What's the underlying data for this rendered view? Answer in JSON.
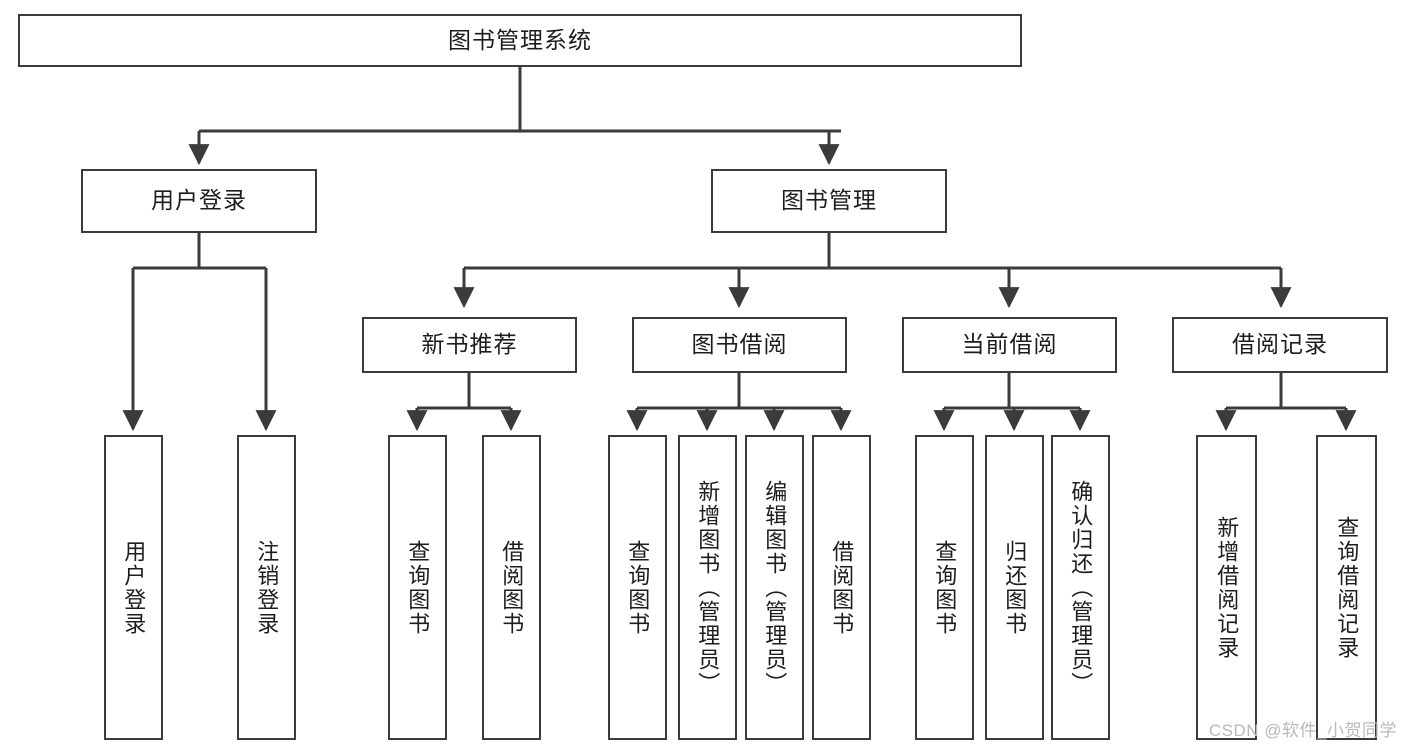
{
  "diagram": {
    "title": "图书管理系统",
    "type": "tree-hierarchy-diagram",
    "colors": {
      "box_border": "#3b3b3b",
      "box_fill": "#ffffff",
      "connector": "#3b3b3b",
      "text": "#1d1d1d",
      "watermark": "#b9b9b9",
      "background": "#ffffff"
    },
    "root": {
      "id": "root",
      "label": "图书管理系统",
      "orientation": "horizontal"
    },
    "level2": [
      {
        "id": "user-login",
        "label": "用户登录",
        "orientation": "horizontal"
      },
      {
        "id": "book-management",
        "label": "图书管理",
        "orientation": "horizontal"
      }
    ],
    "level3": [
      {
        "id": "new-book-recommend",
        "label": "新书推荐",
        "orientation": "horizontal",
        "parent": "book-management"
      },
      {
        "id": "book-borrow",
        "label": "图书借阅",
        "orientation": "horizontal",
        "parent": "book-management"
      },
      {
        "id": "current-borrow",
        "label": "当前借阅",
        "orientation": "horizontal",
        "parent": "book-management"
      },
      {
        "id": "borrow-record",
        "label": "借阅记录",
        "orientation": "horizontal",
        "parent": "book-management"
      }
    ],
    "leaves": [
      {
        "id": "leaf-user-login",
        "label": "用户登录",
        "orientation": "vertical",
        "parent": "user-login"
      },
      {
        "id": "leaf-logout",
        "label": "注销登录",
        "orientation": "vertical",
        "parent": "user-login"
      },
      {
        "id": "leaf-query-book-1",
        "label": "查询图书",
        "orientation": "vertical",
        "parent": "new-book-recommend"
      },
      {
        "id": "leaf-borrow-book-1",
        "label": "借阅图书",
        "orientation": "vertical",
        "parent": "new-book-recommend"
      },
      {
        "id": "leaf-query-book-2",
        "label": "查询图书",
        "orientation": "vertical",
        "parent": "book-borrow"
      },
      {
        "id": "leaf-add-book",
        "label": "新增图书（管理员）",
        "orientation": "vertical",
        "parent": "book-borrow"
      },
      {
        "id": "leaf-edit-book",
        "label": "编辑图书（管理员）",
        "orientation": "vertical",
        "parent": "book-borrow"
      },
      {
        "id": "leaf-borrow-book-2",
        "label": "借阅图书",
        "orientation": "vertical",
        "parent": "book-borrow"
      },
      {
        "id": "leaf-query-book-3",
        "label": "查询图书",
        "orientation": "vertical",
        "parent": "current-borrow"
      },
      {
        "id": "leaf-return-book",
        "label": "归还图书",
        "orientation": "vertical",
        "parent": "current-borrow"
      },
      {
        "id": "leaf-confirm-return",
        "label": "确认归还（管理员）",
        "orientation": "vertical",
        "parent": "current-borrow"
      },
      {
        "id": "leaf-add-record",
        "label": "新增借阅记录",
        "orientation": "vertical",
        "parent": "borrow-record"
      },
      {
        "id": "leaf-query-record",
        "label": "查询借阅记录",
        "orientation": "vertical",
        "parent": "borrow-record"
      }
    ],
    "watermark": "CSDN @软件_小贺同学"
  }
}
